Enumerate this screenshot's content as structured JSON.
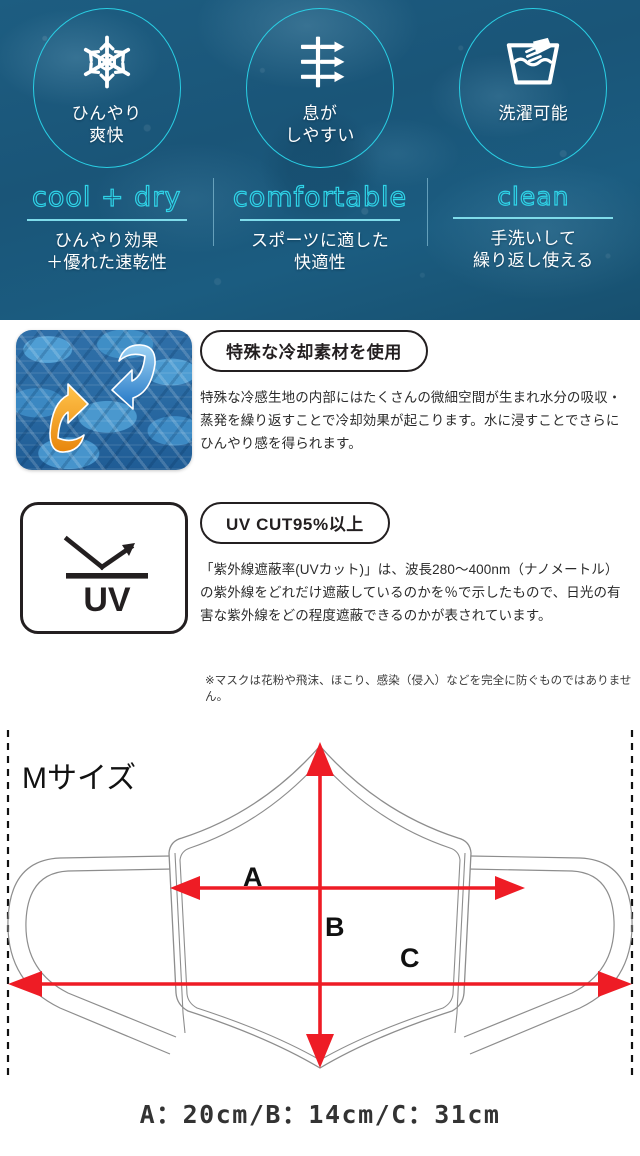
{
  "hero": {
    "columns": [
      {
        "icon": "snowflake-icon",
        "circle_label": "ひんやり\n爽快",
        "english": "cool + dry",
        "description": "ひんやり効果\n＋優れた速乾性"
      },
      {
        "icon": "airflow-breathability-icon",
        "circle_label": "息が\nしやすい",
        "english": "comfortable",
        "description": "スポーツに適した\n快適性"
      },
      {
        "icon": "hand-wash-basin-icon",
        "circle_label": "洗濯可能",
        "english": "clean",
        "description": "手洗いして\n繰り返し使える"
      }
    ],
    "colors": {
      "background": "#1b5878",
      "circle_stroke": "#29cfe4",
      "english_outline": "#2fd4e8",
      "divider": "#7fdcea",
      "text": "#ffffff"
    }
  },
  "cooling": {
    "image_name": "cooling-fabric-macro-photo",
    "badge": "特殊な冷却素材を使用",
    "body": "特殊な冷感生地の内部にはたくさんの微細空間が生まれ水分の吸収・蒸発を繰り返すことで冷却効果が起こります。水に浸すことでさらにひんやり感を得られます。"
  },
  "uv": {
    "icon_label": "UV",
    "icon_name": "uv-reflection-icon",
    "badge": "UV CUT95%以上",
    "body": "「紫外線遮蔽率(UVカット)」は、波長280〜400nm（ナノメートル）の紫外線をどれだけ遮蔽しているのかを％で示したもので、日光の有害な紫外線をどの程度遮蔽できるのかが表されています。"
  },
  "note": "※マスクは花粉や飛沫、ほこり、感染（侵入）などを完全に防ぐものではありません。",
  "size": {
    "title": "Mサイズ",
    "dimension_labels": {
      "a": "A",
      "b": "B",
      "c": "C"
    },
    "caption": "A：20cm/B：14cm/C：31cm",
    "measurements": [
      {
        "key": "A",
        "value": "20cm",
        "meaning": "mask-body-width"
      },
      {
        "key": "B",
        "value": "14cm",
        "meaning": "mask-body-height"
      },
      {
        "key": "C",
        "value": "31cm",
        "meaning": "total-width-with-ear-loops"
      }
    ],
    "arrow_color": "#ee1c25",
    "outline_color": "#8d8d8d"
  }
}
